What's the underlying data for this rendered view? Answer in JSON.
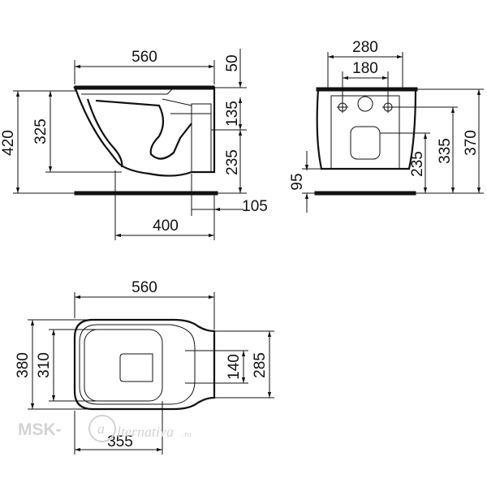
{
  "side_view": {
    "width": "560",
    "top_gap": "50",
    "height_total": "420",
    "height_outlet": "325",
    "inlet_height": "135",
    "outlet_height": "235",
    "outlet_offset": "105",
    "outlet_distance": "400"
  },
  "front_view": {
    "bolt_spacing_outer": "280",
    "bolt_spacing_inner": "180",
    "floor_gap": "95",
    "outlet_height": "235",
    "bolt_height": "335",
    "total_height": "370"
  },
  "top_view": {
    "width": "560",
    "width_overall": "380",
    "width_seat": "310",
    "mount_spacing_inner": "140",
    "mount_spacing_outer": "285",
    "seat_length": "355"
  },
  "watermark": {
    "brand": "MSK-",
    "script": "lternativa",
    "domain": ".ru"
  }
}
